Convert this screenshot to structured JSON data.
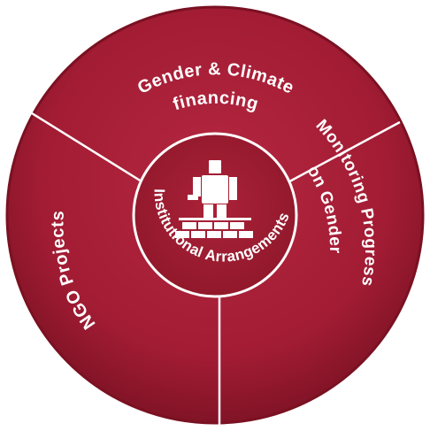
{
  "diagram": {
    "center_label": "Institutional Arrangements",
    "segments": [
      {
        "lines": [
          "Gender & Climate",
          "financing"
        ]
      },
      {
        "lines": [
          "Monitoring Progress",
          "on Gender"
        ]
      },
      {
        "lines": [
          "NGO Projects"
        ]
      }
    ],
    "center_icon": "worker-building-brick-wall-icon",
    "colors": {
      "outer_fill": "#a51f36",
      "outer_edge": "#6e0f1f",
      "center_fill": "#9c1b30",
      "divider": "#ffffff",
      "text": "#ffffff"
    }
  }
}
